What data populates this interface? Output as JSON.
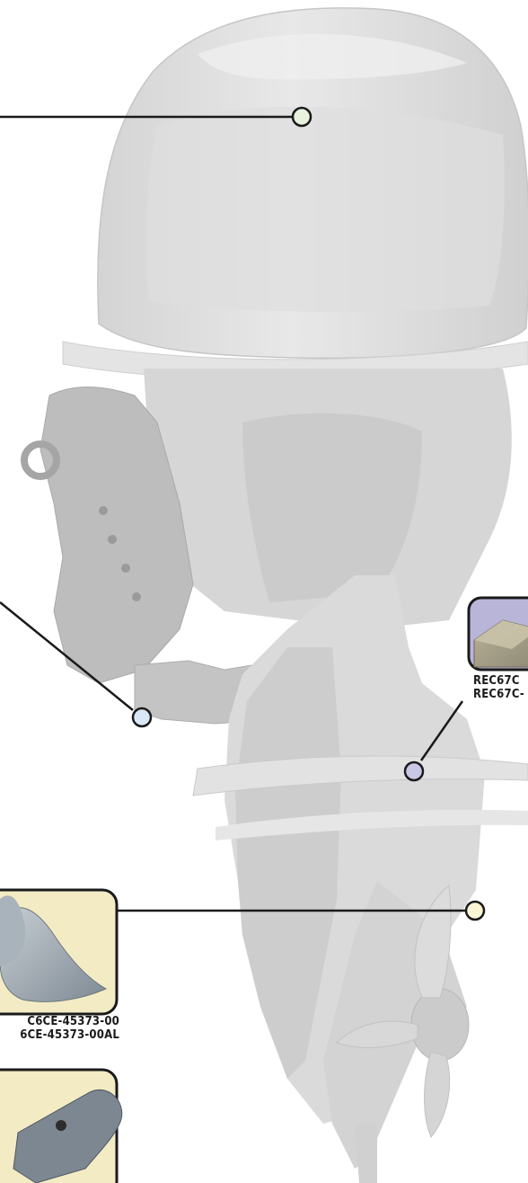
{
  "title": "",
  "colors": {
    "callout_green": "#e7f3dc",
    "callout_blue": "#d8e8f6",
    "callout_purple": "#c9c7e6",
    "callout_yellow": "#fbf5d4",
    "photo_bg_purple": "#b9b5d9",
    "photo_bg_cream": "#f3ebc4",
    "leader_line": "#1a1a1a",
    "engine_grey": "#d9d9d9"
  },
  "callouts": [
    {
      "name": "top-cowling-callout",
      "color_key": "callout_green"
    },
    {
      "name": "bracket-callout",
      "color_key": "callout_blue"
    },
    {
      "name": "midsection-callout",
      "color_key": "callout_purple"
    },
    {
      "name": "anti-cavitation-plate-callout",
      "color_key": "callout_yellow"
    }
  ],
  "parts": {
    "right_anode": {
      "line1": "REC67C",
      "line2": "REC67C-"
    },
    "trim_tab_anode": {
      "line1": "C6CE-45373-00",
      "line2": "6CE-45373-00AL"
    }
  }
}
